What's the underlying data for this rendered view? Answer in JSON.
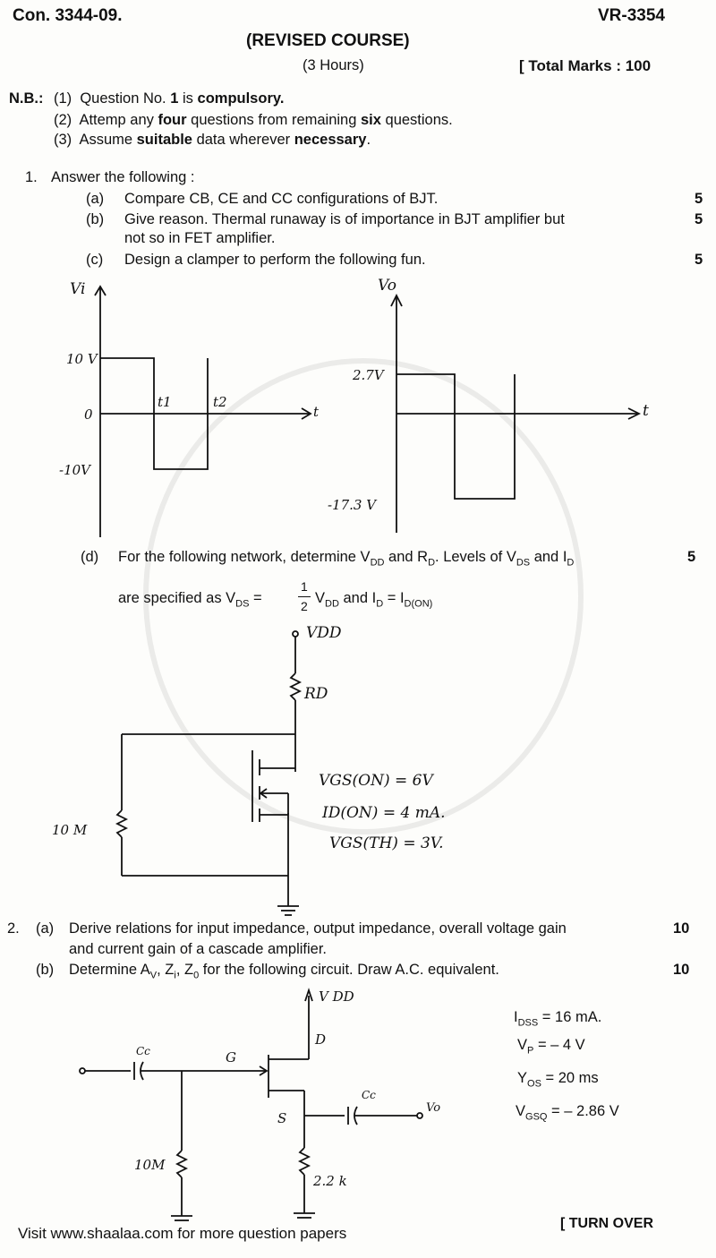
{
  "header": {
    "code": "Con. 3344-09.",
    "paper_id": "VR-3354",
    "course": "(REVISED COURSE)",
    "duration": "(3 Hours)",
    "total_marks": "[ Total Marks : 100"
  },
  "instructions": {
    "nb": "N.B.:",
    "items": [
      {
        "num": "(1)",
        "pre": "Question No. ",
        "b1": "1",
        "mid": " is ",
        "b2": "compulsory.",
        "post": ""
      },
      {
        "num": "(2)",
        "pre": "Attemp any ",
        "b1": "four",
        "mid": " questions from remaining ",
        "b2": "six",
        "post": " questions."
      },
      {
        "num": "(3)",
        "pre": "Assume ",
        "b1": "suitable",
        "mid": " data wherever ",
        "b2": "necessary",
        "post": "."
      }
    ]
  },
  "q1": {
    "num": "1.",
    "title": "Answer the following :",
    "a": {
      "label": "(a)",
      "text": "Compare CB, CE and CC configurations of BJT.",
      "marks": "5"
    },
    "b": {
      "label": "(b)",
      "line1": "Give reason.  Thermal runaway is of importance in BJT amplifier but",
      "line2": "not so in FET amplifier.",
      "marks": "5"
    },
    "c": {
      "label": "(c)",
      "text": "Design a clamper to perform the following fun.",
      "marks": "5"
    },
    "wave_in": {
      "axis_y": "Vi",
      "v_pos": "10 V",
      "zero": "0",
      "v_neg": "-10V",
      "t1": "t1",
      "t2": "t2",
      "t": "t"
    },
    "wave_out": {
      "axis_y": "Vo",
      "v_pos": "2.7V",
      "v_neg": "-17.3 V",
      "t": "t"
    },
    "d": {
      "label": "(d)",
      "line1_pre": "For the following network, determine V",
      "line1_sub1": "DD",
      "line1_mid": " and R",
      "line1_sub2": "D",
      "line1_mid2": ".  Levels of V",
      "line1_sub3": "DS",
      "line1_mid3": " and I",
      "line1_sub4": "D",
      "line2_pre": "are specified as V",
      "line2_sub1": "DS",
      "line2_eq": " = ",
      "frac_num": "1",
      "frac_den": "2",
      "line2_mid": " V",
      "line2_sub2": "DD",
      "line2_and": " and I",
      "line2_sub3": "D",
      "line2_eq2": " = I",
      "line2_sub4": "D(ON)",
      "marks": "5"
    },
    "circuit_d": {
      "vdd": "VDD",
      "rd": "RD",
      "r": "10 M",
      "n1": "VGS(ON) = 6V",
      "n2": "ID(ON) = 4 mA.",
      "n3": "VGS(TH) = 3V."
    }
  },
  "q2": {
    "num": "2.",
    "a": {
      "label": "(a)",
      "line1": "Derive relations for input impedance, output impedance, overall voltage gain",
      "line2": "and current gain of a cascade amplifier.",
      "marks": "10"
    },
    "b": {
      "label": "(b)",
      "pre": "Determine A",
      "s1": "V",
      "c1": ",  Z",
      "s2": "i",
      "c2": ",  Z",
      "s3": "0",
      "post": " for the following circuit.  Draw A.C. equivalent.",
      "marks": "10"
    },
    "params": [
      {
        "sym": "I",
        "sub": "DSS",
        "val": " = 16 mA."
      },
      {
        "sym": "V",
        "sub": "P",
        "val": "  = – 4 V"
      },
      {
        "sym": "Y",
        "sub": "OS",
        "val": " = 20 ms"
      },
      {
        "sym": "V",
        "sub": "GSQ",
        "val": " = – 2.86 V"
      }
    ],
    "circuit": {
      "vdd": "V DD",
      "d": "D",
      "s": "S",
      "g": "G",
      "cc_in": "Cc",
      "cc_out": "Cc",
      "vo": "Vo",
      "r_g": "10M",
      "r_s": "2.2 k"
    }
  },
  "footer": {
    "visit": "Visit www.shaalaa.com for more question papers",
    "turn": "[ TURN OVER"
  }
}
